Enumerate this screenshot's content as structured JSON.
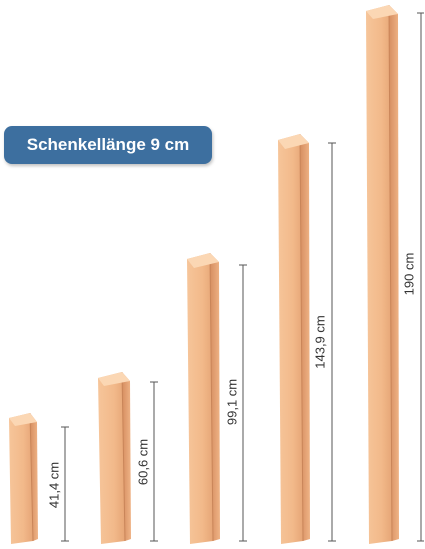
{
  "badge": {
    "label": "Schenkellänge 9 cm"
  },
  "profiles": [
    {
      "length_label": "41,4 cm"
    },
    {
      "length_label": "60,6 cm"
    },
    {
      "length_label": "99,1 cm"
    },
    {
      "length_label": "143,9 cm"
    },
    {
      "length_label": "190 cm"
    }
  ],
  "colors": {
    "wood_face": "#f2b98a",
    "wood_light": "#f8cfa8",
    "wood_shade": "#d99468",
    "badge_bg": "#3d6f9f",
    "dimension_line": "#555555"
  }
}
